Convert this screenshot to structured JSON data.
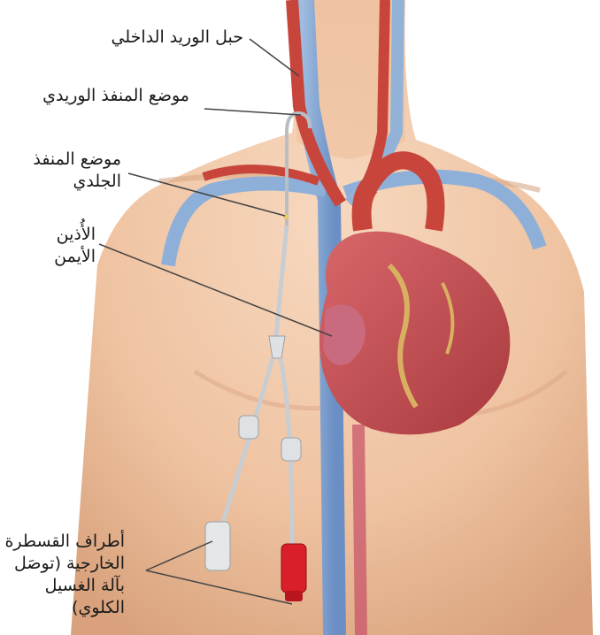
{
  "labels": {
    "internal_jugular": "حبل الوريد الداخلي",
    "venous_access_site": "موضع المنفذ الوريدي",
    "skin_exit_site": [
      "موضع المنفذ",
      "الجلدي"
    ],
    "right_atrium": [
      "الأُذين",
      "الأيمن"
    ],
    "catheter_external_ends": [
      "أطراف القسطرة",
      "الخارجية (توصَل",
      "بآلة الغسيل",
      "الكلوي)"
    ]
  },
  "colors": {
    "skin": "#f2c9a8",
    "vein": "#7fa3d1",
    "artery": "#c8453c",
    "heart": "#c9565a",
    "catheter_red": "#d81f2a",
    "catheter_white": "#e4e6e8",
    "leader_line": "#444444"
  }
}
